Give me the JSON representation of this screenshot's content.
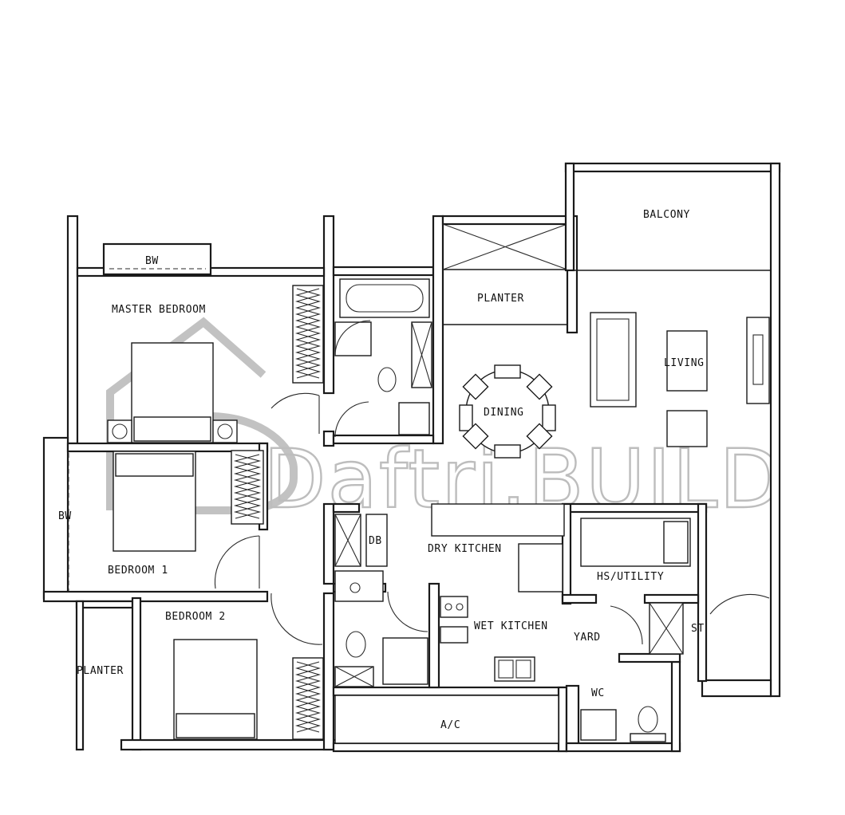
{
  "rooms": {
    "balcony": "BALCONY",
    "bw_top": "BW",
    "planter_top": "PLANTER",
    "master_bedroom": "MASTER BEDROOM",
    "living": "LIVING",
    "dining": "DINING",
    "bw_left": "BW",
    "db": "DB",
    "dry_kitchen": "DRY KITCHEN",
    "bedroom_1": "BEDROOM 1",
    "hs_utility": "HS/UTILITY",
    "bedroom_2": "BEDROOM 2",
    "wet_kitchen": "WET KITCHEN",
    "yard": "YARD",
    "st": "ST",
    "planter_bottom": "PLANTER",
    "wc": "WC",
    "ac": "A/C"
  },
  "watermark": {
    "text": "Daftri.BUILD"
  }
}
